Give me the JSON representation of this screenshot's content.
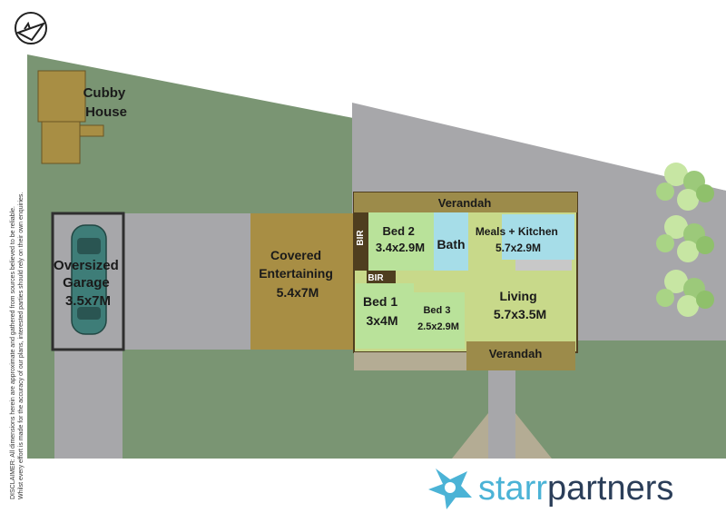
{
  "rooms": {
    "cubby_house": [
      "Cubby",
      "House"
    ],
    "garage": [
      "Oversized",
      "Garage",
      "3.5x7M"
    ],
    "covered_entertaining": [
      "Covered",
      "Entertaining",
      "5.4x7M"
    ],
    "verandah_top": "Verandah",
    "verandah_bottom": "Verandah",
    "bed2": [
      "Bed 2",
      "3.4x2.9M"
    ],
    "bath": "Bath",
    "meals_kitchen": [
      "Meals + Kitchen",
      "5.7x2.9M"
    ],
    "bir_top": "BIR",
    "bir_mid": "BIR",
    "bed1": [
      "Bed 1",
      "3x4M"
    ],
    "bed3": [
      "Bed 3",
      "2.5x2.9M"
    ],
    "living": [
      "Living",
      "5.7x3.5M"
    ]
  },
  "disclaimer": [
    "DISCLAIMER: All dimensions herein are approximate and gathered from sources believed to be reliable.",
    "Whilst every effort is made for the accuracy of our plans, interested parties should rely on their own enquiries."
  ],
  "brand": {
    "name_part1": "starr",
    "name_part2": "partners",
    "logo_color": "#4bb3d6",
    "text_color": "#2b3e59"
  },
  "colors": {
    "lawn": "#7a9573",
    "paving": "#a7a7aa",
    "house_floor": "#c8d98a",
    "verandah": "#9c8b4a",
    "entertaining": "#a88e44",
    "bedroom": "#b9e29a",
    "wet": "#a6dde8",
    "wall": "#4f3e1f"
  }
}
